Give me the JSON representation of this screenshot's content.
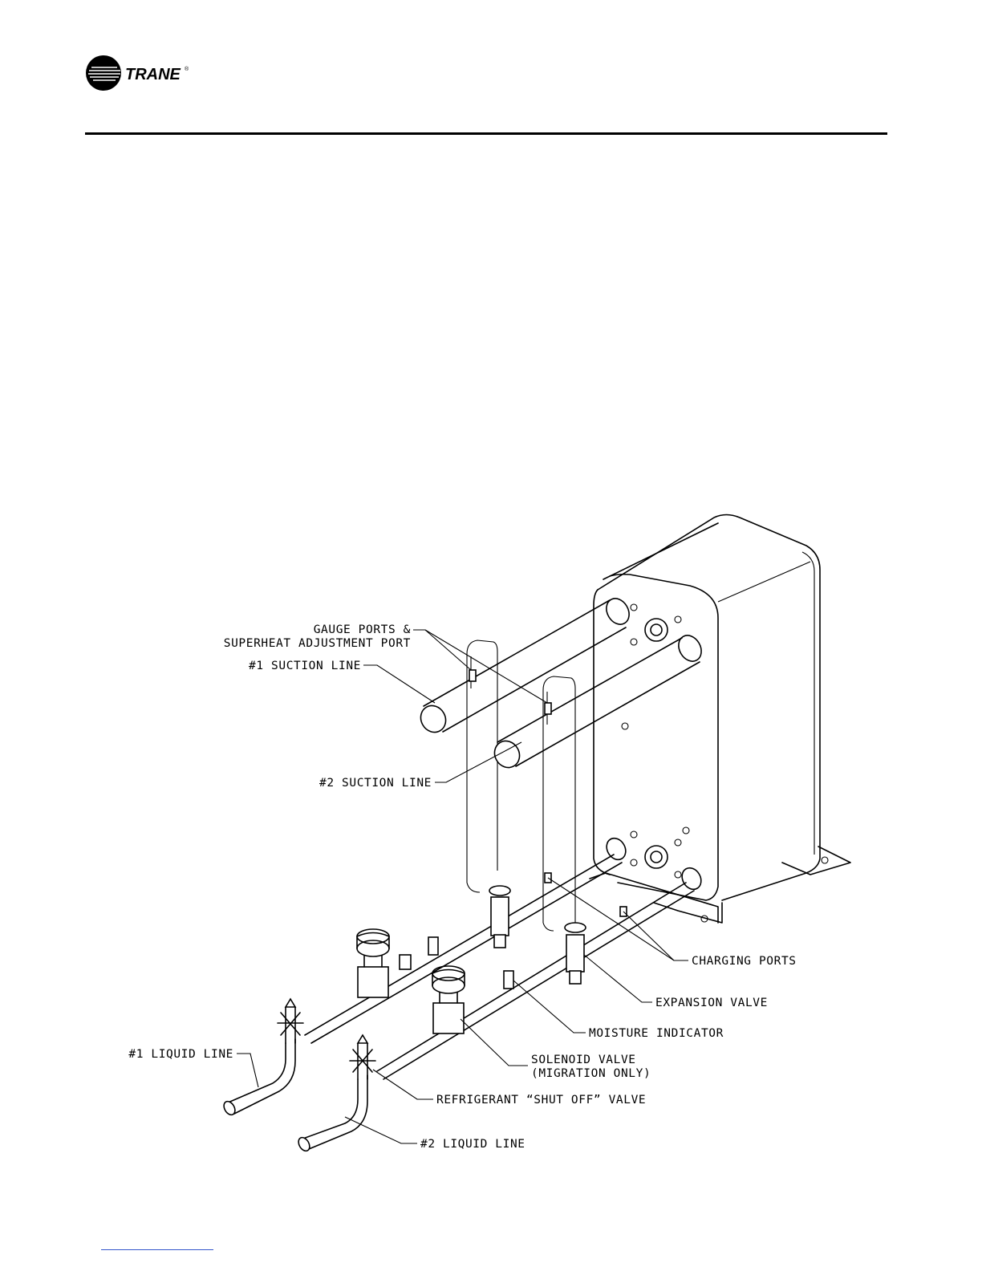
{
  "brand": {
    "name": "TRANE",
    "mark": "®"
  },
  "labels": {
    "gauge_ports_1": "GAUGE PORTS &",
    "gauge_ports_2": "SUPERHEAT ADJUSTMENT PORT",
    "suction_1": "#1 SUCTION LINE",
    "suction_2": "#2 SUCTION LINE",
    "charging_ports": "CHARGING PORTS",
    "expansion_valve": "EXPANSION VALVE",
    "moisture_indicator": "MOISTURE INDICATOR",
    "solenoid_1": "SOLENOID VALVE",
    "solenoid_2": "(MIGRATION ONLY)",
    "liquid_1": "#1 LIQUID LINE",
    "shutoff": "REFRIGERANT “SHUT OFF” VALVE",
    "liquid_2": "#2 LIQUID LINE"
  }
}
